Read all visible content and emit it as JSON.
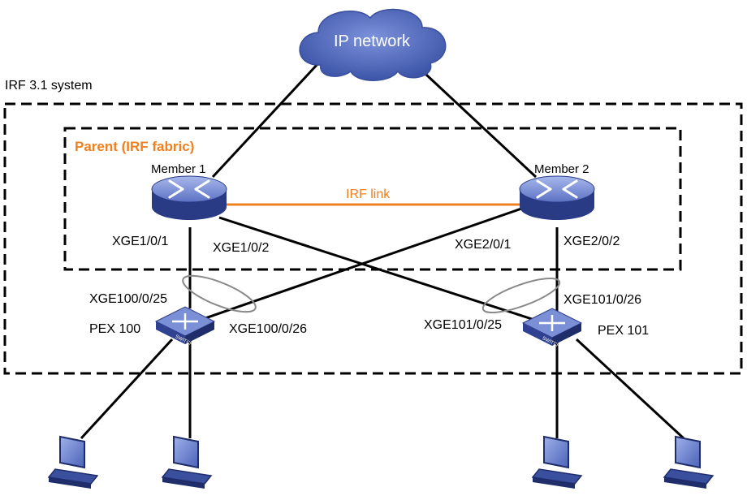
{
  "cloud_label": "IP network",
  "system_label": "IRF 3.1 system",
  "fabric_label": "Parent (IRF fabric)",
  "member1": "Member 1",
  "member2": "Member 2",
  "irf_link": "IRF link",
  "ports": {
    "m1_p1": "XGE1/0/1",
    "m1_p2": "XGE1/0/2",
    "m2_p1": "XGE2/0/1",
    "m2_p2": "XGE2/0/2",
    "pex100_p25": "XGE100/0/25",
    "pex100_p26": "XGE100/0/26",
    "pex101_p25": "XGE101/0/25",
    "pex101_p26": "XGE101/0/26"
  },
  "pex100": "PEX 100",
  "pex101": "PEX 101",
  "switch_badge": "SWITCH",
  "colors": {
    "device": "#3a4f9e",
    "device_light": "#8fa2de",
    "device_dark": "#1f2d6b",
    "cloud": "#4a62b4",
    "irf_orange": "#f07f1f"
  }
}
